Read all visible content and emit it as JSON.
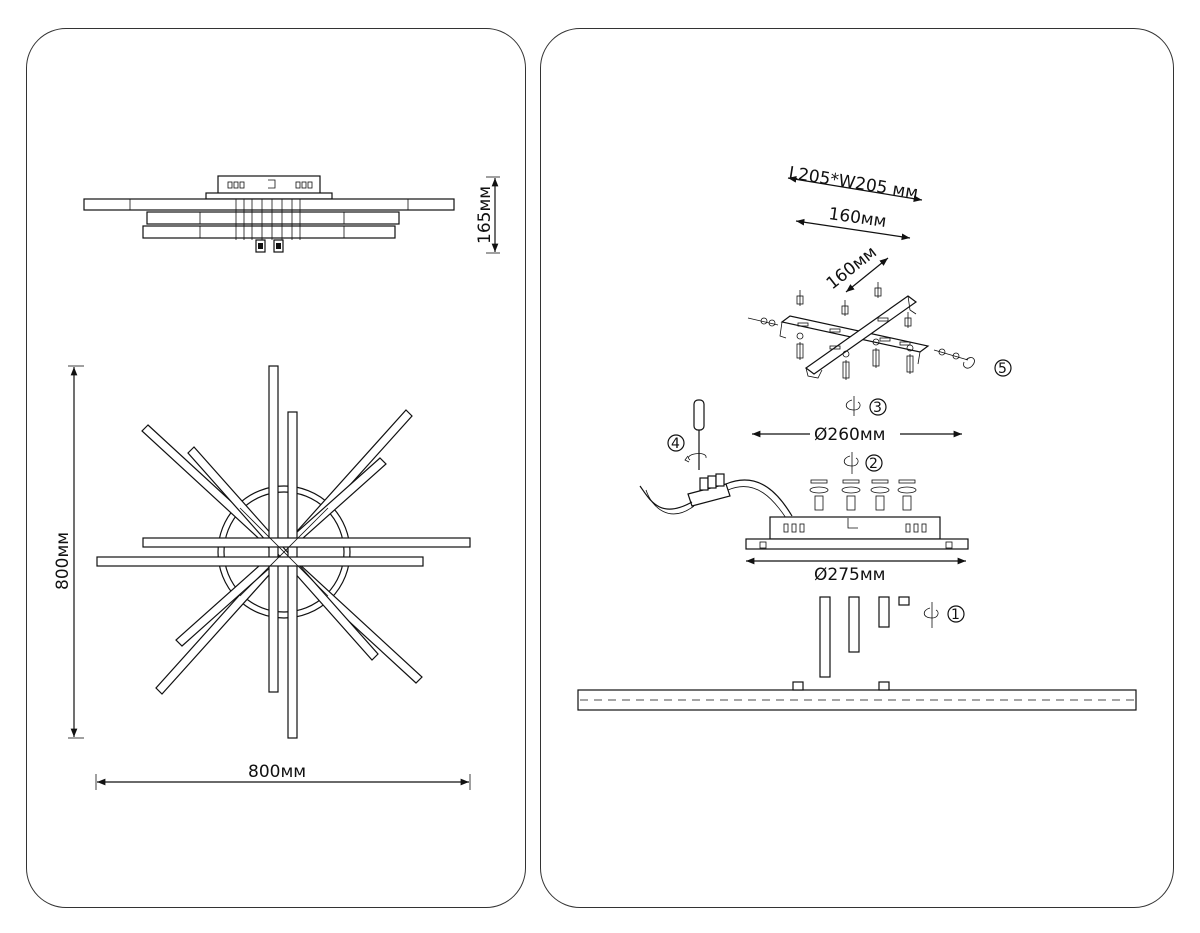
{
  "left": {
    "height_dim": "165мм",
    "side_dim": "800мм",
    "bottom_dim": "800мм"
  },
  "right": {
    "plate_dim": "L205*W205 мм",
    "slot_dim_1": "160мм",
    "slot_dim_2": "160мм",
    "hole_dim": "Ø260мм",
    "base_dim": "Ø275мм",
    "steps": [
      "1",
      "2",
      "3",
      "4",
      "5"
    ]
  }
}
